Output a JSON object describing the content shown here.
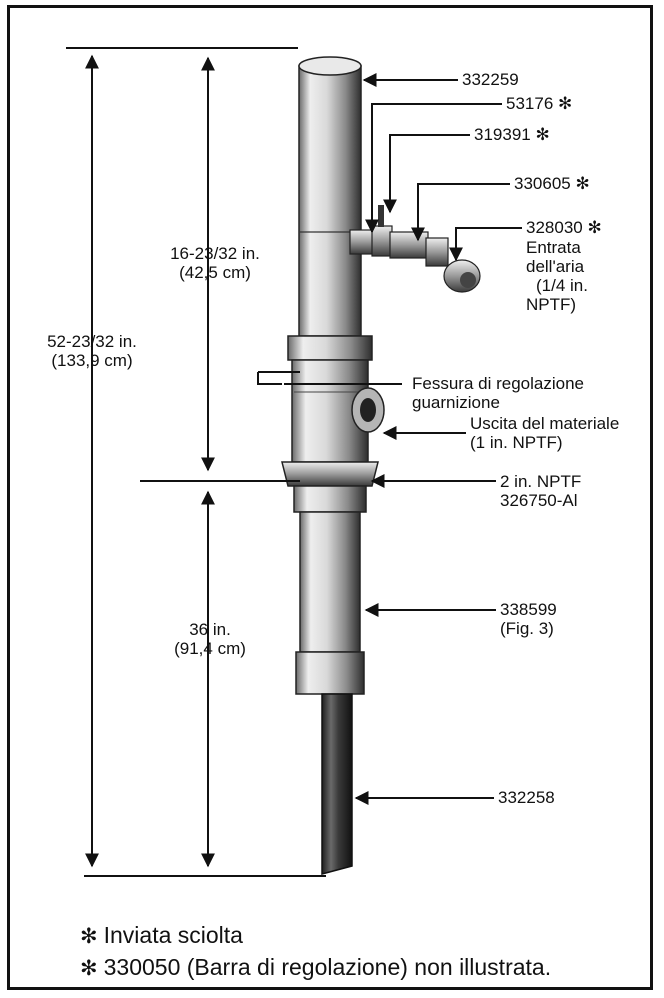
{
  "dimensions": {
    "overall": {
      "value": "52-23/32 in.",
      "metric": "(133,9 cm)"
    },
    "upper": {
      "value": "16-23/32 in.",
      "metric": "(42,5 cm)"
    },
    "lower": {
      "value": "36 in.",
      "metric": "(91,4 cm)"
    }
  },
  "parts": {
    "p332259": "332259",
    "p53176": "53176",
    "p319391": "319391",
    "p330605": "330605",
    "p328030": "328030",
    "air_inlet_l1": "Entrata",
    "air_inlet_l2": "dell'aria",
    "air_inlet_l3": "(1/4 in.",
    "air_inlet_l4": "NPTF)",
    "slot_l1": "Fessura di regolazione",
    "slot_l2": "guarnizione",
    "outlet_l1": "Uscita del materiale",
    "outlet_l2": "(1 in. NPTF)",
    "npt_l1": "2 in. NPTF",
    "npt_l2": "326750-Al",
    "p338599": "338599",
    "fig3": "(Fig. 3)",
    "p332258": "332258"
  },
  "star_symbol": "✻",
  "legend": {
    "line1": "Inviata sciolta",
    "line2": "330050 (Barra di regolazione) non illustrata."
  },
  "colors": {
    "ink": "#111111",
    "tube_light": "#e6e6e6",
    "tube_mid": "#9a9a9a",
    "tube_dark": "#3a3a3a"
  }
}
